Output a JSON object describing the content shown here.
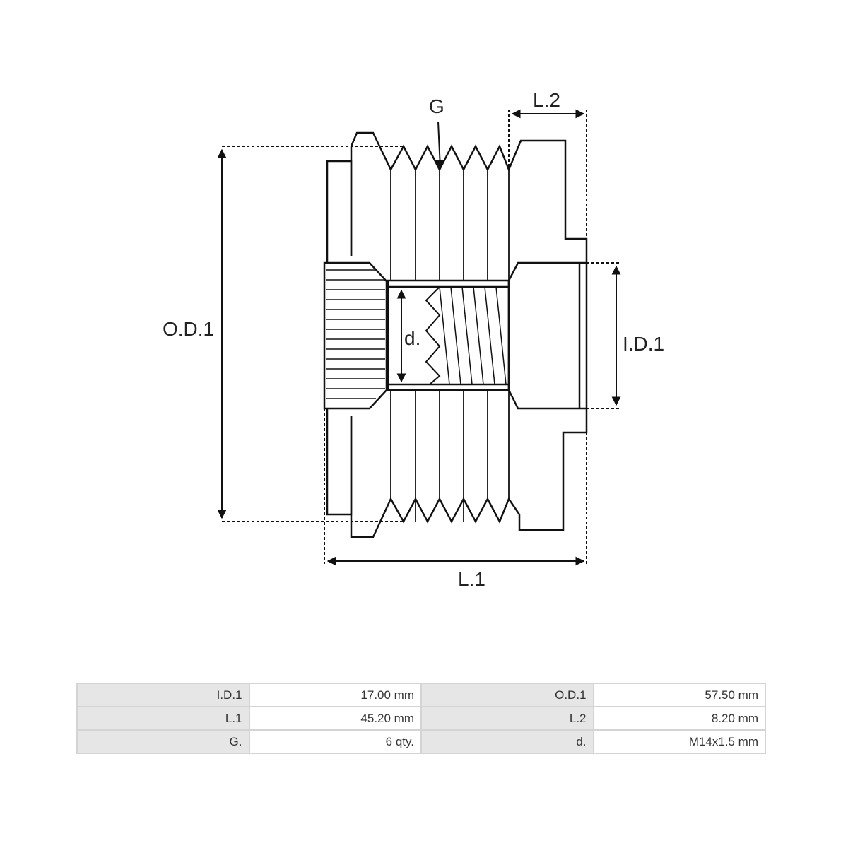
{
  "diagram": {
    "labels": {
      "od1": "O.D.1",
      "id1": "I.D.1",
      "l1": "L.1",
      "l2": "L.2",
      "g": "G",
      "d": "d."
    },
    "stroke_color": "#111111"
  },
  "spec_table": {
    "rows": [
      [
        {
          "key": "I.D.1",
          "value": "17.00 mm"
        },
        {
          "key": "O.D.1",
          "value": "57.50 mm"
        }
      ],
      [
        {
          "key": "L.1",
          "value": "45.20 mm"
        },
        {
          "key": "L.2",
          "value": "8.20 mm"
        }
      ],
      [
        {
          "key": "G.",
          "value": "6 qty."
        },
        {
          "key": "d.",
          "value": "M14x1.5 mm"
        }
      ]
    ],
    "colors": {
      "key_background": "#e6e6e6",
      "border": "#d4d4d4"
    }
  }
}
